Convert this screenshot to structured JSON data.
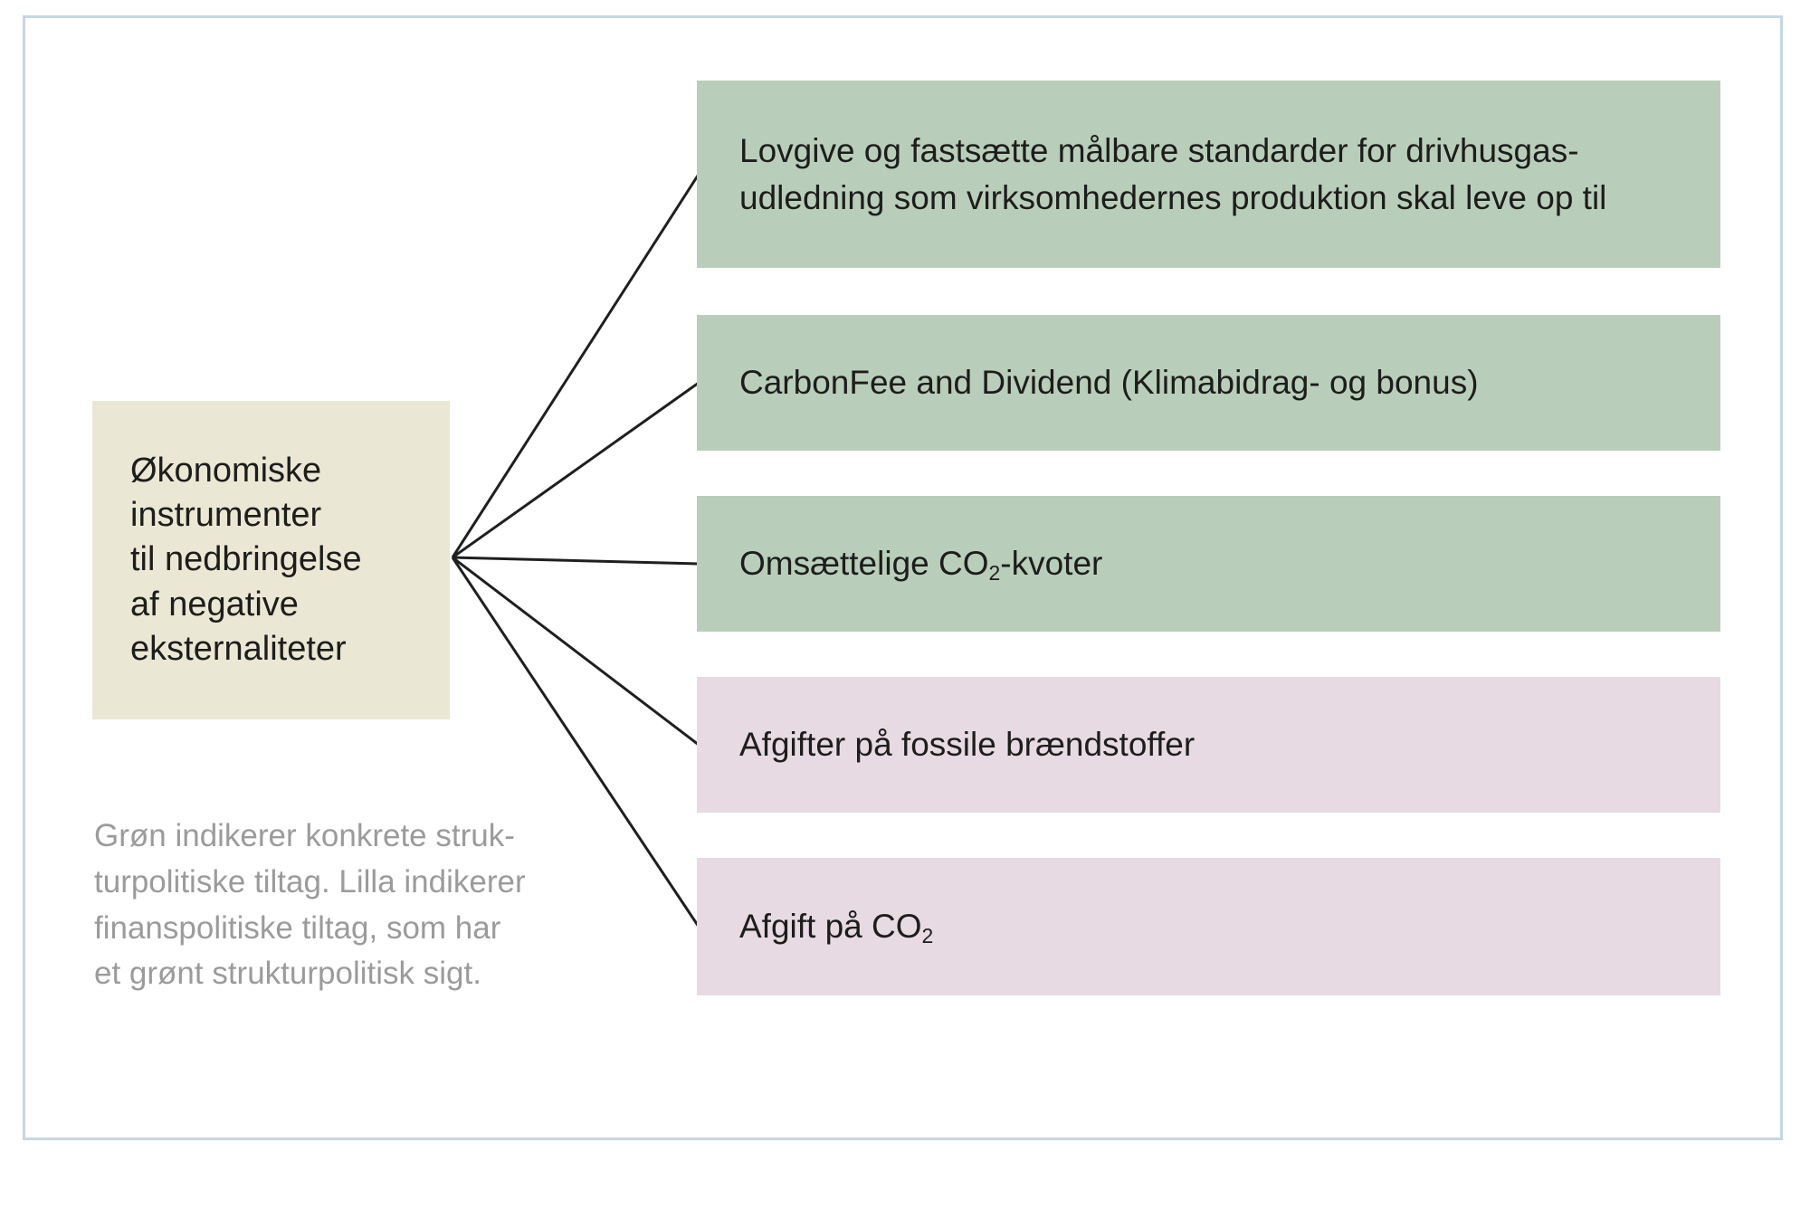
{
  "figure": {
    "frame_border_color": "#c5d7e2",
    "background_color": "#ffffff",
    "connector_line_color": "#1f1f1f",
    "text_color": "#1d1d1b"
  },
  "root": {
    "label": "Økonomiske instrumenter til nedbringelse af negative eksternaliteter",
    "lines": [
      "Økonomiske",
      "instrumenter",
      "til nedbringelse",
      "af negative",
      "eksternaliteter"
    ],
    "background": "#eae7d4"
  },
  "nodes": [
    {
      "type": "green",
      "label": "Lovgive og fastsætte målbare standarder for drivhusgas-udledning som virksomhedernes produktion skal leve op til",
      "lines": [
        "Lovgive og fastsætte målbare standarder for drivhusgas-",
        "udledning som virksomhedernes produktion skal leve op til"
      ]
    },
    {
      "type": "green",
      "label": "CarbonFee and Dividend (Klimabidrag- og bonus)",
      "lines": [
        "CarbonFee and Dividend (Klimabidrag- og bonus)"
      ]
    },
    {
      "type": "green",
      "label": "Omsættelige CO₂-kvoter",
      "lines": [
        "Omsættelige CO₂-kvoter"
      ]
    },
    {
      "type": "purple",
      "label": "Afgifter på fossile brændstoffer",
      "lines": [
        "Afgifter på fossile brændstoffer"
      ]
    },
    {
      "type": "purple",
      "label": "Afgift på CO₂",
      "lines": [
        "Afgift på CO₂"
      ]
    }
  ],
  "node_colors": {
    "green": "#b9ceba",
    "purple": "#e7dae3"
  },
  "legend": {
    "text": "Grøn indikerer konkrete strukturpolitiske tiltag. Lilla indikerer finanspolitiske tiltag, som har et grønt strukturpolitisk sigt.",
    "lines": [
      "Grøn indikerer konkrete struk-",
      "turpolitiske tiltag. Lilla indikerer",
      "finanspolitiske tiltag, som har",
      "et grønt strukturpolitisk sigt."
    ],
    "color": "#9b9b9b"
  }
}
